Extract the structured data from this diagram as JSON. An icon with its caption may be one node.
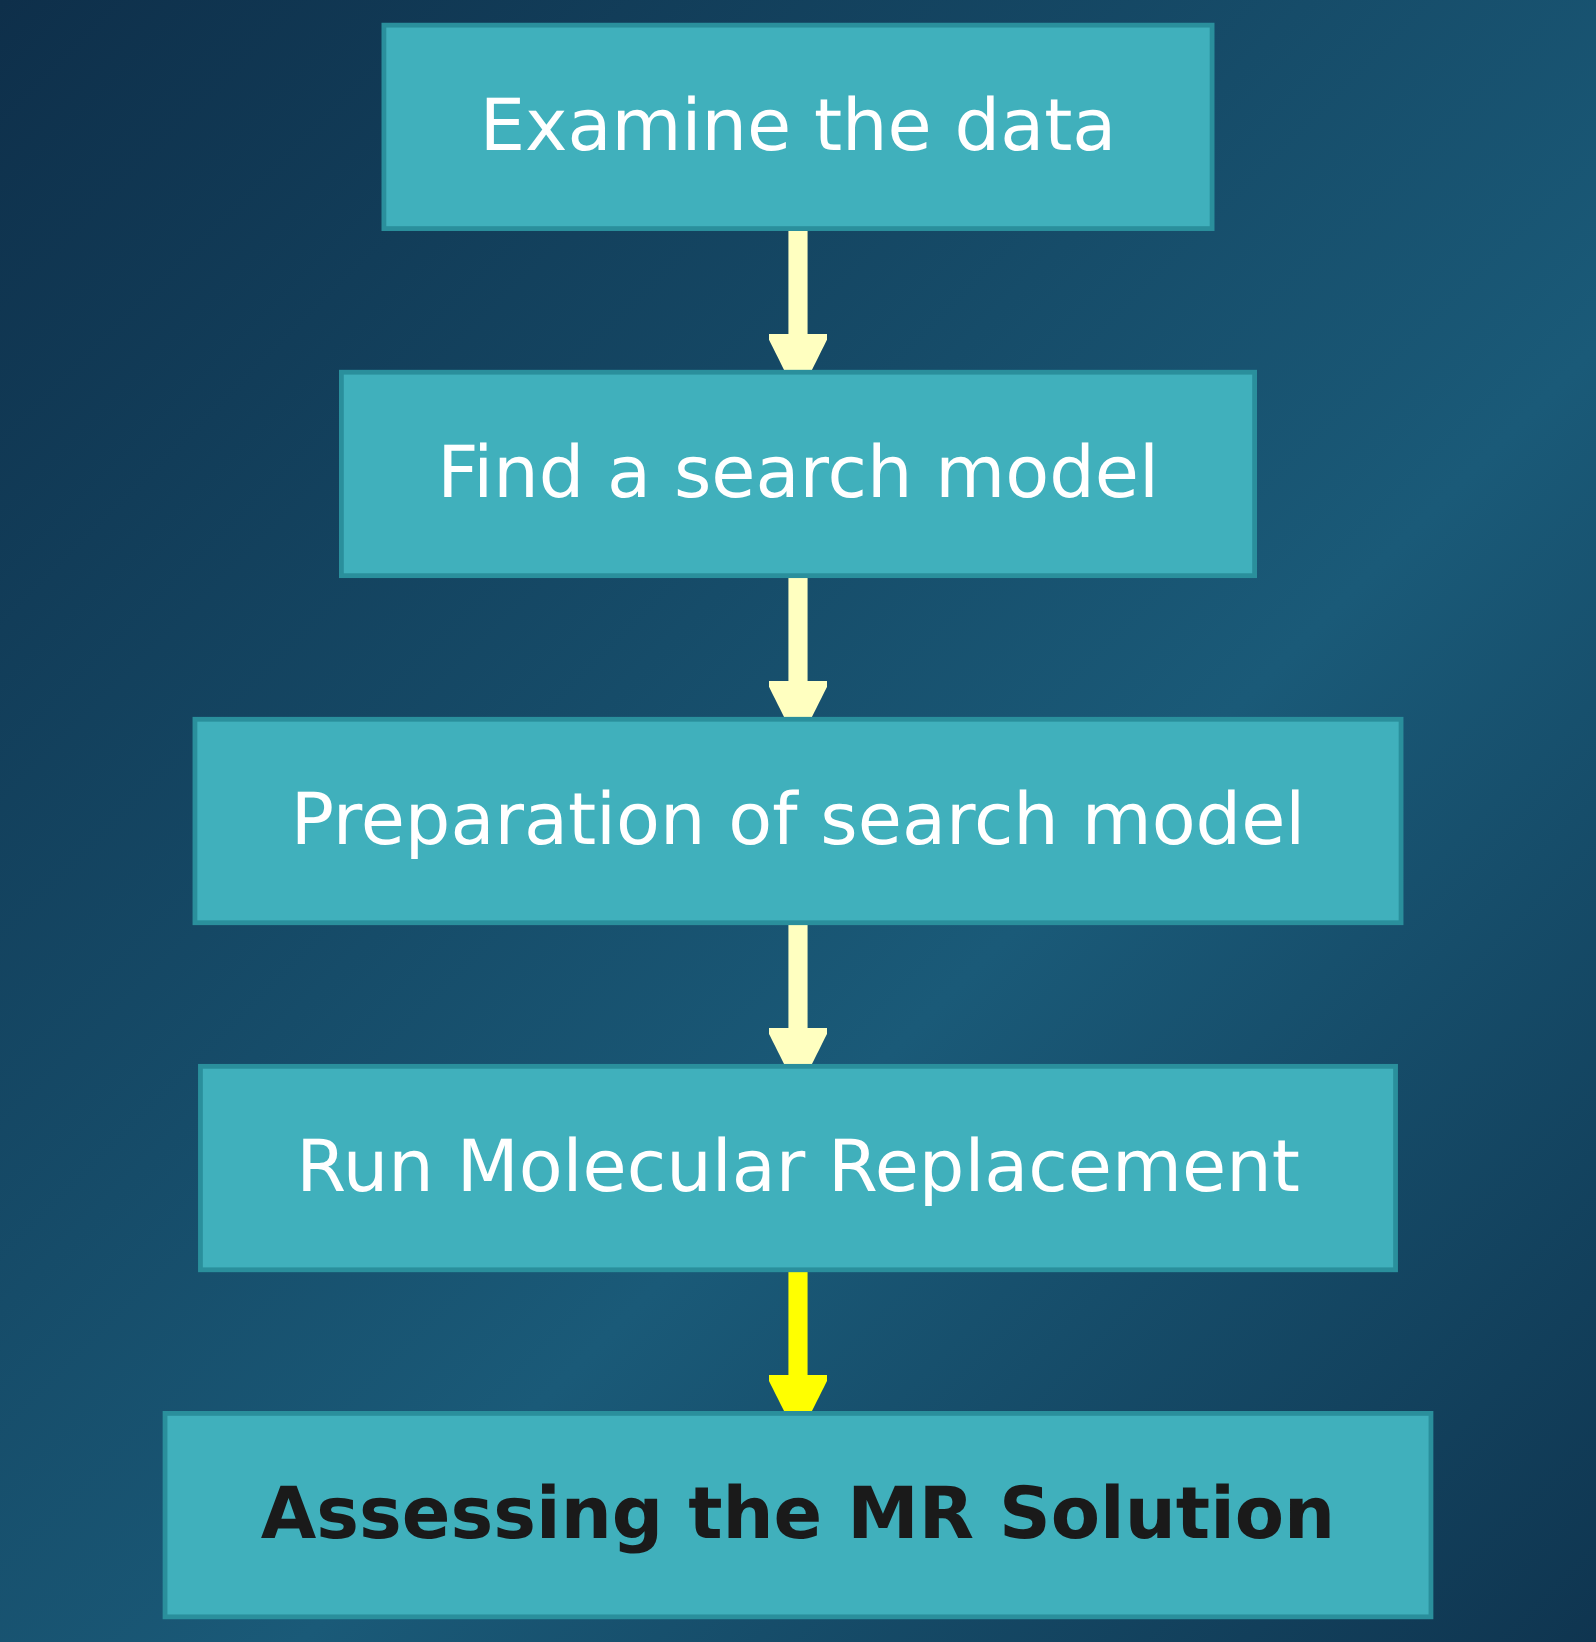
{
  "diagram": {
    "nodes": [
      {
        "text": [
          "Examine the data"
        ]
      },
      {
        "text": [
          "Find a search model"
        ]
      },
      {
        "text": [
          "Preparation of search model"
        ]
      },
      {
        "text": [
          "Run Molecular Replacement"
        ]
      },
      {
        "text": [
          "Assessing the MR Solution"
        ]
      }
    ],
    "edges": [
      {
        "from": 0,
        "to": 1,
        "arrow": "to"
      },
      {
        "from": 1,
        "to": 2,
        "arrow": "to"
      },
      {
        "from": 2,
        "to": 3,
        "arrow": "to"
      },
      {
        "from": 3,
        "to": 4,
        "arrow": "to",
        "color": "#ffff00"
      }
    ]
  }
}
